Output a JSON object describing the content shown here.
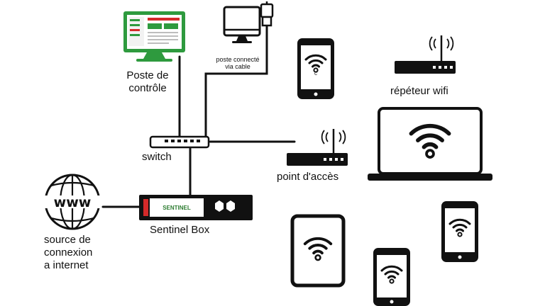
{
  "labels": {
    "control_station_line1": "Poste de",
    "control_station_line2": "contrôle",
    "wired_station_line1": "poste connecté",
    "wired_station_line2": "via cable",
    "switch": "switch",
    "access_point": "point d'accès",
    "wifi_repeater": "répéteur wifi",
    "sentinel_box": "Sentinel Box",
    "internet_line1": "source de",
    "internet_line2": "connexion",
    "internet_line3": "a internet"
  },
  "devices": {
    "sentinel_logo_text": "SENTINEL",
    "globe_text": "www",
    "phone_top_glyph": "c"
  },
  "colors": {
    "monitor_green": "#2e9a3e",
    "sentinel_red": "#d42a2a",
    "logo_green": "#2e7d32",
    "device_black": "#111111",
    "screen_white": "#ffffff"
  }
}
